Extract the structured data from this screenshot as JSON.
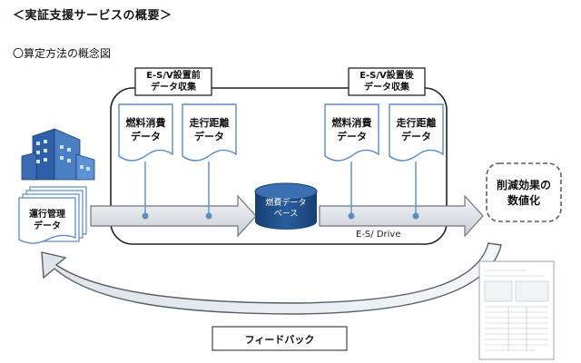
{
  "header": {
    "title": "＜実証支援サービスの概要＞",
    "subtitle": "〇算定方法の概念図"
  },
  "phases": {
    "before": [
      "E-S/V設置前",
      "データ収集"
    ],
    "after": [
      "E-S/V設置後",
      "データ収集"
    ]
  },
  "documents": {
    "fuel_before": [
      "燃料消費",
      "データ"
    ],
    "distance_before": [
      "走行距離",
      "データ"
    ],
    "fuel_after": [
      "燃料消費",
      "データ"
    ],
    "distance_after": [
      "走行距離",
      "データ"
    ]
  },
  "database": [
    "燃費データ",
    "ベース"
  ],
  "drive_label": "E-S/ Drive",
  "operations": [
    "運行管理",
    "データ"
  ],
  "reduction": [
    "削減効果の",
    "数値化"
  ],
  "feedback": "フィードバック",
  "colors": {
    "arrow_fill": "#dfe3e8",
    "arrow_stroke": "#6a7480",
    "database": "#1f4e8c",
    "connector": "#6b9ad1",
    "building": "#2f5fa7"
  }
}
